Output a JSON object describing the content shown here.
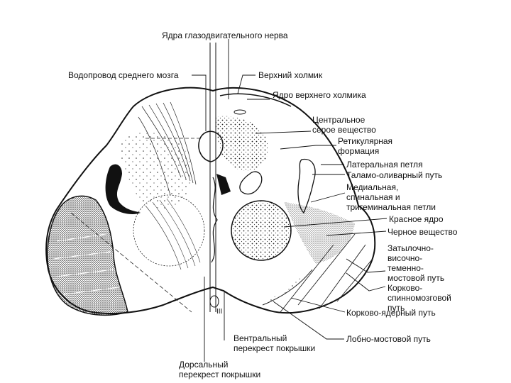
{
  "labels": {
    "oculomotor_nuclei": "Ядра глазодвигательного нерва",
    "aqueduct": "Водопровод среднего мозга",
    "superior_colliculus": "Верхний холмик",
    "superior_colliculus_nucleus": "Ядро верхнего холмика",
    "central_gray_1": "Центральное",
    "central_gray_2": "серое вещество",
    "reticular_1": "Ретикулярная",
    "reticular_2": "формация",
    "lateral_lemniscus": "Латеральная петля",
    "thalamo_olivary": "Таламо-оливарный путь",
    "lemnisci_1": "Медиальная,",
    "lemnisci_2": "спинальная и",
    "lemnisci_3": "тригеминальная петли",
    "red_nucleus": "Красное ядро",
    "substantia_nigra": "Черное вещество",
    "occipito_1": "Затылочно-",
    "occipito_2": "височно-",
    "occipito_3": "теменно-",
    "occipito_4": "мостовой путь",
    "corticospinal_1": "Корково-",
    "corticospinal_2": "спинномозговой",
    "corticospinal_3": "путь",
    "corticonuclear": "Корково-ядерный путь",
    "frontopontine": "Лобно-мостовой путь",
    "ventral_decussation_1": "Вентральный",
    "ventral_decussation_2": "перекрест покрышки",
    "dorsal_decussation_1": "Дорсальный",
    "dorsal_decussation_2": "перекрест покрышки",
    "nerve_numeral": "III"
  }
}
